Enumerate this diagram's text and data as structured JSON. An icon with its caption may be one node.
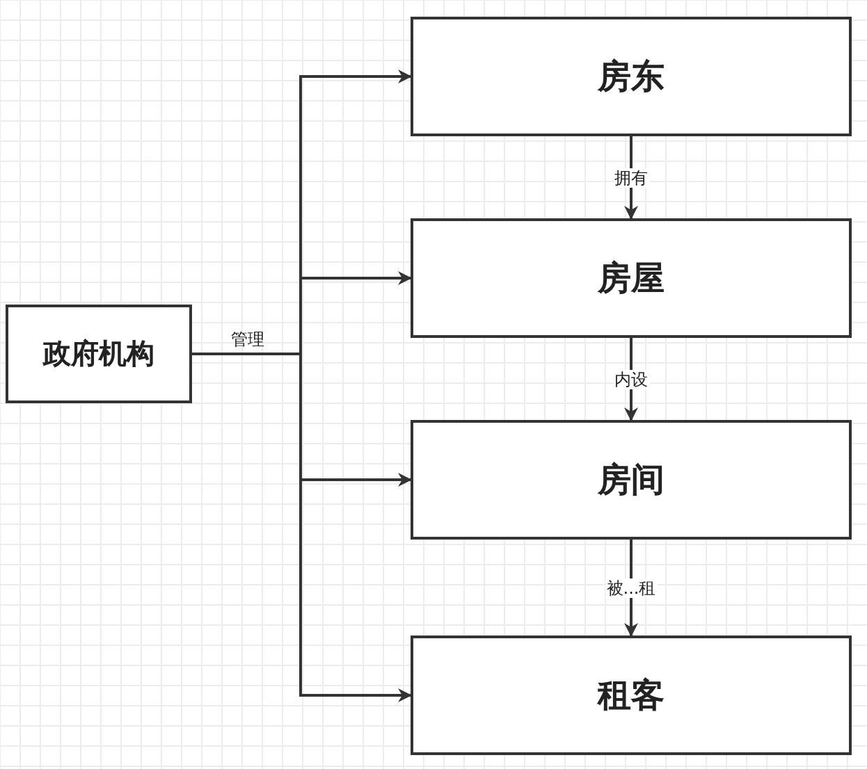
{
  "diagram": {
    "nodes": [
      {
        "text": [
          "政府机构"
        ]
      },
      {
        "text": [
          "房东"
        ]
      },
      {
        "text": [
          "房屋"
        ]
      },
      {
        "text": [
          "房间"
        ]
      },
      {
        "text": [
          "租客"
        ]
      }
    ],
    "edges": [
      {
        "from": 0,
        "to": 1,
        "arrow": "to",
        "label": "管理"
      },
      {
        "from": 0,
        "to": 2,
        "arrow": "to"
      },
      {
        "from": 0,
        "to": 3,
        "arrow": "to"
      },
      {
        "from": 0,
        "to": 4,
        "arrow": "to"
      },
      {
        "from": 1,
        "to": 2,
        "arrow": "to",
        "label": "拥有"
      },
      {
        "from": 2,
        "to": 3,
        "arrow": "to",
        "label": "内设"
      },
      {
        "from": 3,
        "to": 4,
        "arrow": "to",
        "label": "被...租"
      }
    ]
  }
}
